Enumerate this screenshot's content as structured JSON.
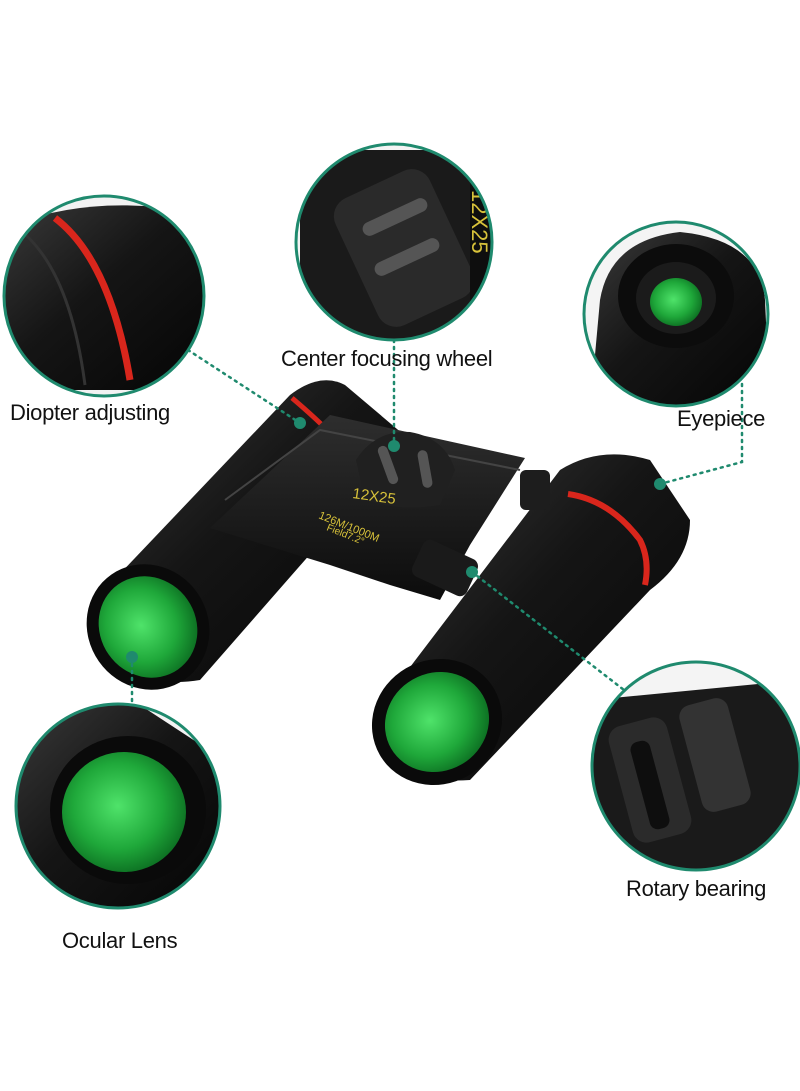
{
  "labels": {
    "center_focusing_wheel": "Center focusing wheel",
    "diopter_adjusting": "Diopter adjusting",
    "eyepiece": "Eyepiece",
    "rotary_bearing": "Rotary bearing",
    "ocular_lens": "Ocular Lens"
  },
  "product_markings": {
    "magnification": "12X25",
    "field_line_1": "126M/1000M",
    "field_line_2": "Field7.2°"
  },
  "colors": {
    "callout_ring": "#1f8a6e",
    "leader_line": "#1f8a6e",
    "lens_green": "#1fa83a",
    "accent_red": "#d9261c",
    "body_black": "#151515",
    "marking_yellow": "#d8c23a"
  }
}
